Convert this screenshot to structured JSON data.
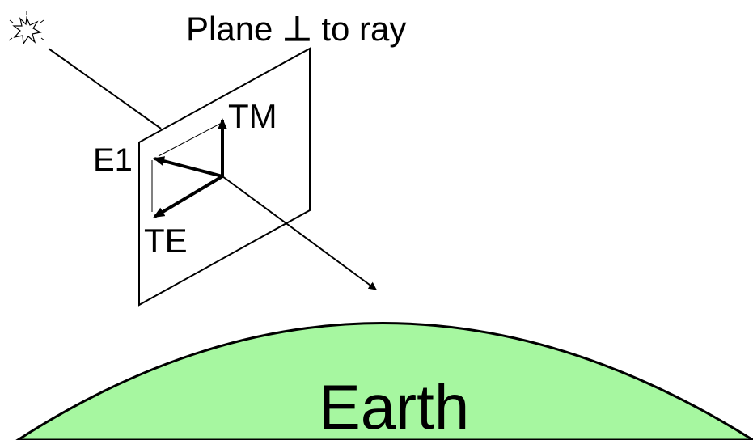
{
  "diagram": {
    "title": "Plane ",
    "perp_symbol": "⊥",
    "title_suffix": " to ray",
    "labels": {
      "tm": "TM",
      "e1": "E1",
      "te": "TE",
      "earth": "Earth"
    },
    "colors": {
      "earth_fill": "#a6f7a0",
      "line": "#000000",
      "background": "#ffffff"
    },
    "icons": {
      "source": "starburst-icon"
    }
  }
}
